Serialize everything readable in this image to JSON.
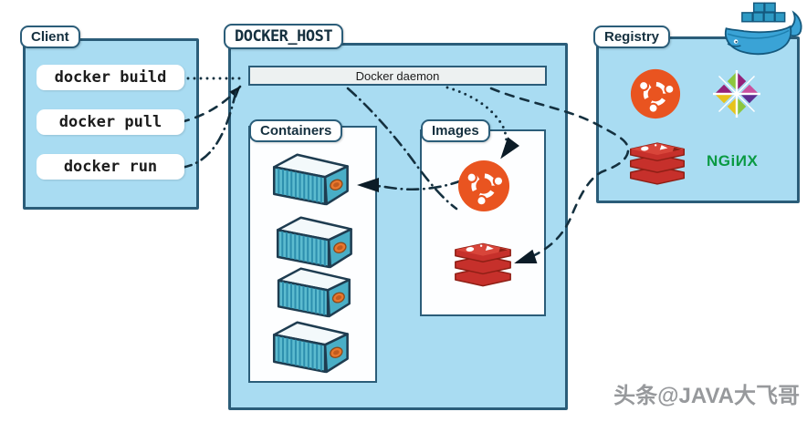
{
  "client": {
    "label": "Client",
    "commands": [
      "docker build",
      "docker pull",
      "docker run"
    ]
  },
  "docker_host": {
    "label": "DOCKER_HOST",
    "daemon_label": "Docker daemon",
    "containers": {
      "label": "Containers",
      "count": 4,
      "icon": "shipping-container-icon"
    },
    "images": {
      "label": "Images",
      "items": [
        "ubuntu-logo",
        "redis-logo"
      ]
    }
  },
  "registry": {
    "label": "Registry",
    "items": [
      "ubuntu-logo",
      "centos-logo",
      "redis-logo",
      "nginx-logo"
    ],
    "nginx_text": "NGiИX"
  },
  "branding": {
    "top_right": "docker-whale-logo"
  },
  "watermark": {
    "text": "头条@JAVA大飞哥"
  },
  "connections": [
    {
      "from": "docker build",
      "to": "docker daemon",
      "style": "dotted"
    },
    {
      "from": "docker pull",
      "to": "docker daemon",
      "style": "dashed"
    },
    {
      "from": "docker run",
      "to": "docker daemon",
      "style": "dash-dot"
    },
    {
      "from": "docker daemon",
      "to": "ubuntu image",
      "style": "dotted"
    },
    {
      "from": "docker daemon",
      "via": "ubuntu image",
      "to": "container",
      "style": "dash-dot"
    },
    {
      "from": "docker daemon",
      "via": "registry redis",
      "to": "redis image",
      "style": "dashed"
    }
  ],
  "colors": {
    "panel_fill": "#a9dcf2",
    "panel_border": "#2b5d79",
    "line": "#14303f",
    "ubuntu_orange": "#e95420",
    "redis_red": "#c6302b",
    "nginx_green": "#0a9a43",
    "whale_blue": "#3aa3d6",
    "container_teal": "#5cbbcf"
  }
}
